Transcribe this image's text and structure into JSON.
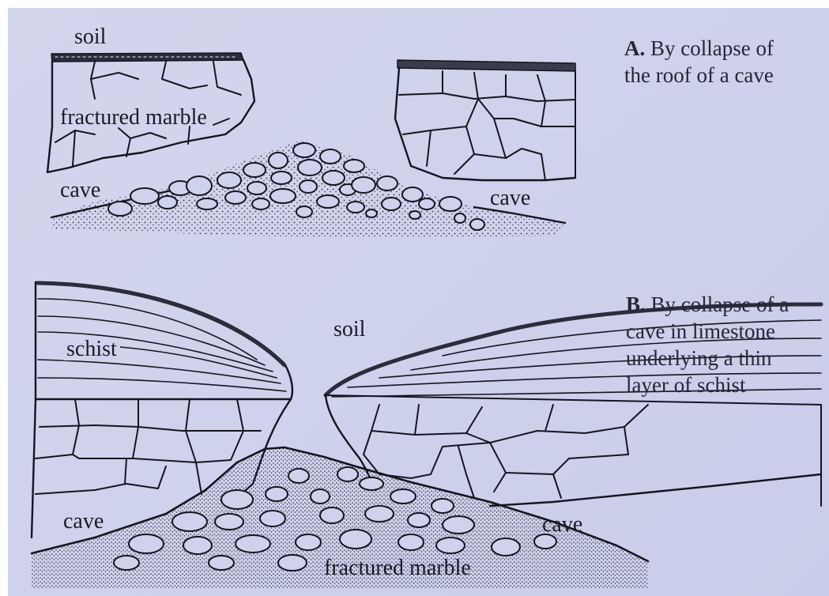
{
  "panel_a": {
    "letter": "A.",
    "caption_lines": [
      "By collapse of",
      "the roof of a cave"
    ],
    "labels": {
      "soil": "soil",
      "fractured_marble": "fractured marble",
      "cave_left": "cave",
      "cave_right": "cave"
    }
  },
  "panel_b": {
    "letter": "B.",
    "caption_lines": [
      "By collapse of a",
      "cave in limestone",
      "underlying a thin",
      "layer of schist"
    ],
    "labels": {
      "schist": "schist",
      "soil": "soil",
      "cave_left": "cave",
      "cave_right": "cave",
      "fractured_marble": "fractured marble"
    }
  },
  "colors": {
    "paper": "#cfd2ec",
    "ink": "#14151f",
    "stipple": "#2a2b3a"
  }
}
